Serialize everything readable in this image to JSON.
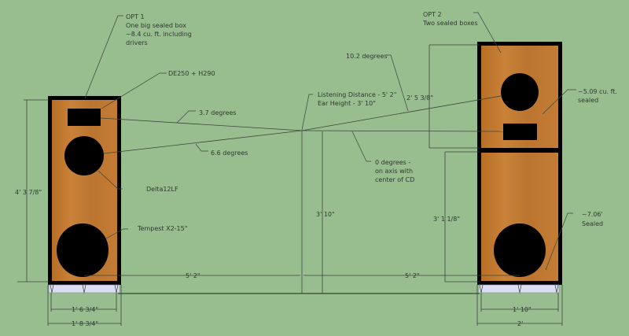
{
  "labels": {
    "opt1": [
      "OPT 1",
      "One big sealed box",
      "~8.4 cu. ft. including",
      "drivers"
    ],
    "opt2": [
      "OPT 2",
      "Two sealed boxes"
    ],
    "tweeter": "DE250 + H290",
    "mid": "Delta12LF",
    "woofer": "Tempest X2-15\"",
    "angle_tweeter": "3.7 degrees",
    "angle_mid": "6.6 degrees",
    "angle_opt2": "10.2 degrees",
    "listening": [
      "Listening Distance - 5' 2\"",
      "Ear Height - 3' 10\""
    ],
    "zero_deg": [
      "0 degrees -",
      "on axis with",
      "center of CD"
    ],
    "opt2_top_vol": [
      "~5.09 cu. ft.",
      "sealed"
    ],
    "opt2_bottom_vol": [
      "~7.06'",
      "Sealed"
    ]
  },
  "dimensions": {
    "left_height": "4' 3 7/8\"",
    "ear_height": "3' 10\"",
    "right_top_height": "2' 5 3/8\"",
    "right_bottom_height": "3' 1 1/8\"",
    "dist_left": "5' 2\"",
    "dist_right": "5' 2\"",
    "left_inner_width": "1' 6 3/4\"",
    "left_outer_width": "1' 8 3/4\"",
    "right_inner_width": "1' 10\"",
    "right_outer_width": "2'"
  },
  "colors": {
    "background": "#98bd8f",
    "wood": "#c07a2e",
    "cabinet": "#000000"
  }
}
